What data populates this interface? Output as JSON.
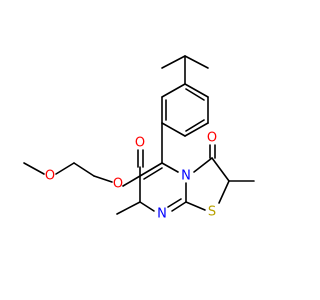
{
  "colors": {
    "bond": "#000000",
    "oxygen": "#ff0000",
    "nitrogen": "#0000ff",
    "sulfur": "#b8a100",
    "background": "#ffffff"
  },
  "atoms": {
    "o_ether": "O",
    "o_ester_single": "O",
    "o_carbonyl_ester": "O",
    "o_carbonyl_ring": "O",
    "n_ring": "N",
    "n_imine": "N",
    "s_ring": "S"
  }
}
